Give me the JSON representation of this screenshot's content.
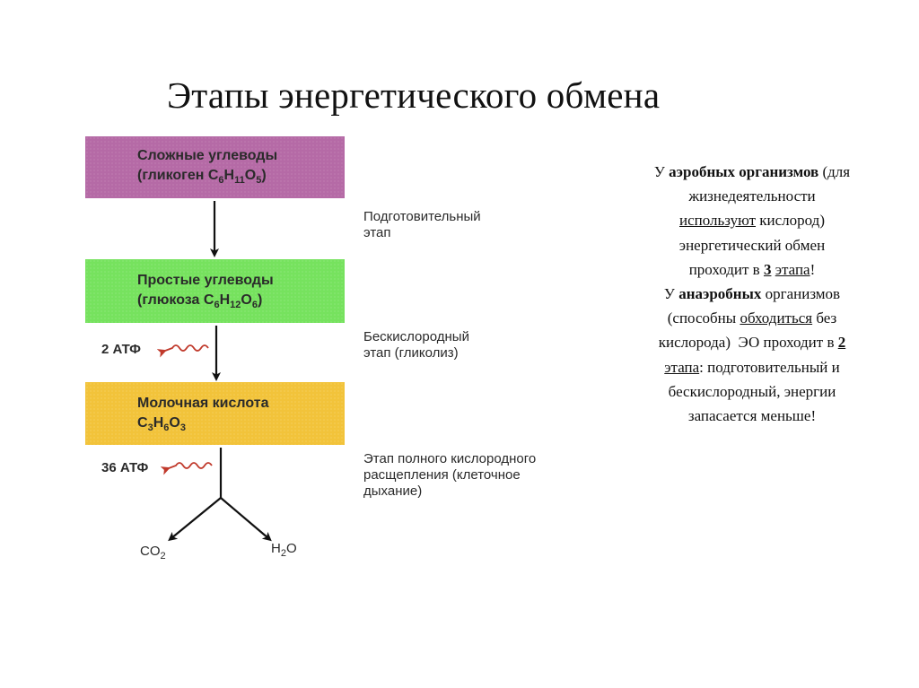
{
  "title": "Этапы энергетического обмена",
  "colors": {
    "complex_box": "#b56aa6",
    "simple_box": "#76e25e",
    "lactic_box": "#f2c33a",
    "atp_arrow": "#c0392b",
    "arrow": "#111111"
  },
  "boxes": {
    "complex": {
      "line1": "Сложные углеводы",
      "line2_text": "(гликоген ",
      "formula": [
        [
          "C",
          "6"
        ],
        [
          "H",
          "11"
        ],
        [
          "O",
          "5"
        ]
      ],
      "line2_end": ")"
    },
    "simple": {
      "line1": "Простые углеводы",
      "line2_text": "(глюкоза ",
      "formula": [
        [
          "C",
          "6"
        ],
        [
          "H",
          "12"
        ],
        [
          "O",
          "6"
        ]
      ],
      "line2_end": ")"
    },
    "lactic": {
      "line1": "Молочная кислота",
      "formula": [
        [
          "C",
          "3"
        ],
        [
          "H",
          "6"
        ],
        [
          "O",
          "3"
        ]
      ]
    }
  },
  "stages": {
    "preparatory": [
      "Подготовительный",
      "этап"
    ],
    "anoxic": [
      "Бескислородный",
      "этап (гликолиз)"
    ],
    "oxygen": [
      "Этап полного кислородного",
      "расщепления (клеточное",
      "дыхание)"
    ]
  },
  "atp": {
    "glycolysis": "2 АТФ",
    "respiration": "36 АТФ"
  },
  "products": {
    "co2": {
      "base": "CO",
      "sub": "2"
    },
    "h2o": {
      "base": "H",
      "sub": "2",
      "end": "O"
    }
  },
  "side_text": {
    "p1_lines": [
      [
        [
          "t",
          "У "
        ],
        [
          "b",
          "аэробных организмов"
        ],
        [
          "t",
          " (для"
        ]
      ],
      [
        [
          "t",
          "жизнедеятельности"
        ]
      ],
      [
        [
          "u",
          "используют"
        ],
        [
          "t",
          " кислород)"
        ]
      ],
      [
        [
          "t",
          "энергетический обмен"
        ]
      ],
      [
        [
          "t",
          "проходит в "
        ],
        [
          "bu",
          "3"
        ],
        [
          "t",
          " "
        ],
        [
          "u",
          "этапа"
        ],
        [
          "t",
          "!"
        ]
      ]
    ],
    "p2_lines": [
      [
        [
          "t",
          "У "
        ],
        [
          "b",
          "анаэробных"
        ],
        [
          "t",
          " организмов"
        ]
      ],
      [
        [
          "t",
          "(способны "
        ],
        [
          "u",
          "обходиться"
        ],
        [
          "t",
          " без"
        ]
      ],
      [
        [
          "t",
          "кислорода)  ЭО проходит в "
        ],
        [
          "bu",
          "2"
        ]
      ],
      [
        [
          "u",
          "этапа"
        ],
        [
          "t",
          ": подготовительный и"
        ]
      ],
      [
        [
          "t",
          "бескислородный, энергии"
        ]
      ],
      [
        [
          "t",
          "запасается меньше!"
        ]
      ]
    ]
  }
}
